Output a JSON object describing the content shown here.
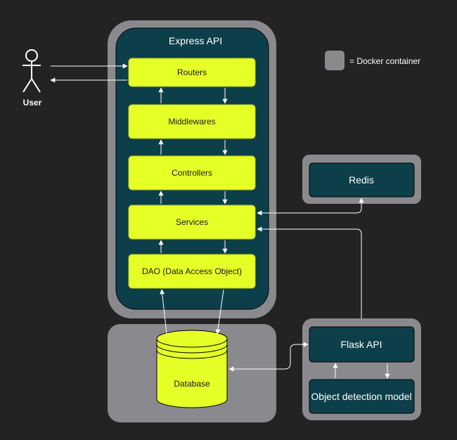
{
  "user": {
    "label": "User"
  },
  "legend": {
    "label": "= Docker container",
    "color": "#8a8a8e"
  },
  "express": {
    "title": "Express API",
    "layers": [
      "Routers",
      "Middlewares",
      "Controllers",
      "Services",
      "DAO (Data Access Object)"
    ]
  },
  "redis": {
    "label": "Redis"
  },
  "database": {
    "label": "Database"
  },
  "flask": {
    "api_label": "Flask API",
    "model_label": "Object detection model"
  },
  "colors": {
    "background": "#232323",
    "container": "#8a8a8e",
    "service_box": "#0d3f4a",
    "layer_box": "#e6ff26"
  }
}
